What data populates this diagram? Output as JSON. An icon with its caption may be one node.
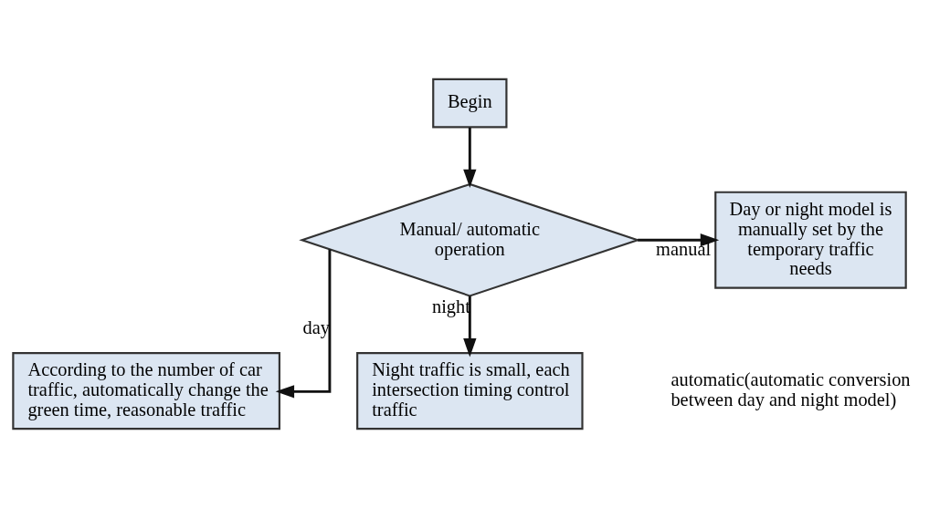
{
  "diagram": {
    "nodes": [
      {
        "text": [
          "Begin"
        ]
      },
      {
        "text": [
          "Manual/ automatic operation"
        ]
      },
      {
        "text": [
          "Day or night model is manually set by the temporary traffic needs"
        ]
      },
      {
        "text": [
          "According to the number of car traffic, automatically change the green time, reasonable traffic"
        ]
      },
      {
        "text": [
          "Night traffic is small, each intersection timing control traffic"
        ]
      }
    ],
    "edges": [
      {
        "from": 0,
        "to": 1,
        "arrow": "to"
      },
      {
        "from": 1,
        "to": 2,
        "arrow": "to",
        "label": "manual"
      },
      {
        "from": 1,
        "to": 3,
        "arrow": "to",
        "label": "day"
      },
      {
        "from": 1,
        "to": 4,
        "arrow": "to",
        "label": "night"
      }
    ],
    "labels": [
      "automatic(automatic conversion between day and night model)"
    ]
  }
}
